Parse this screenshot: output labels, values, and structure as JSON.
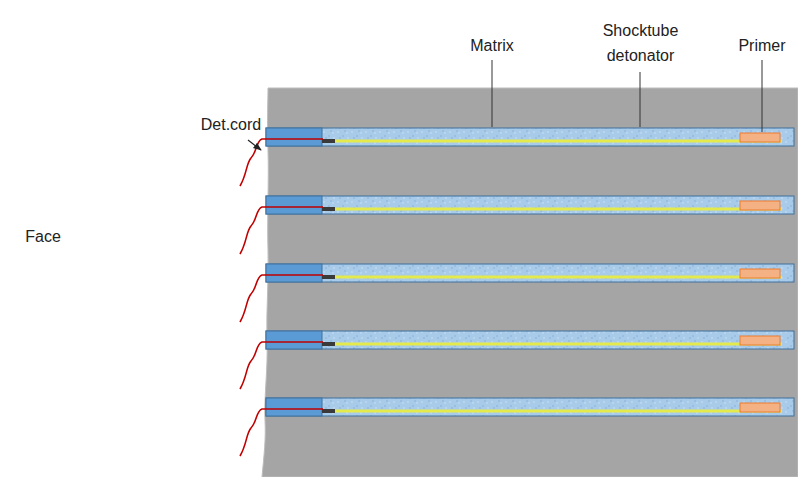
{
  "diagram": {
    "labels": [
      "Matrix",
      "Shocktube detonator",
      "Primer",
      "Det.cord",
      "Face"
    ]
  }
}
